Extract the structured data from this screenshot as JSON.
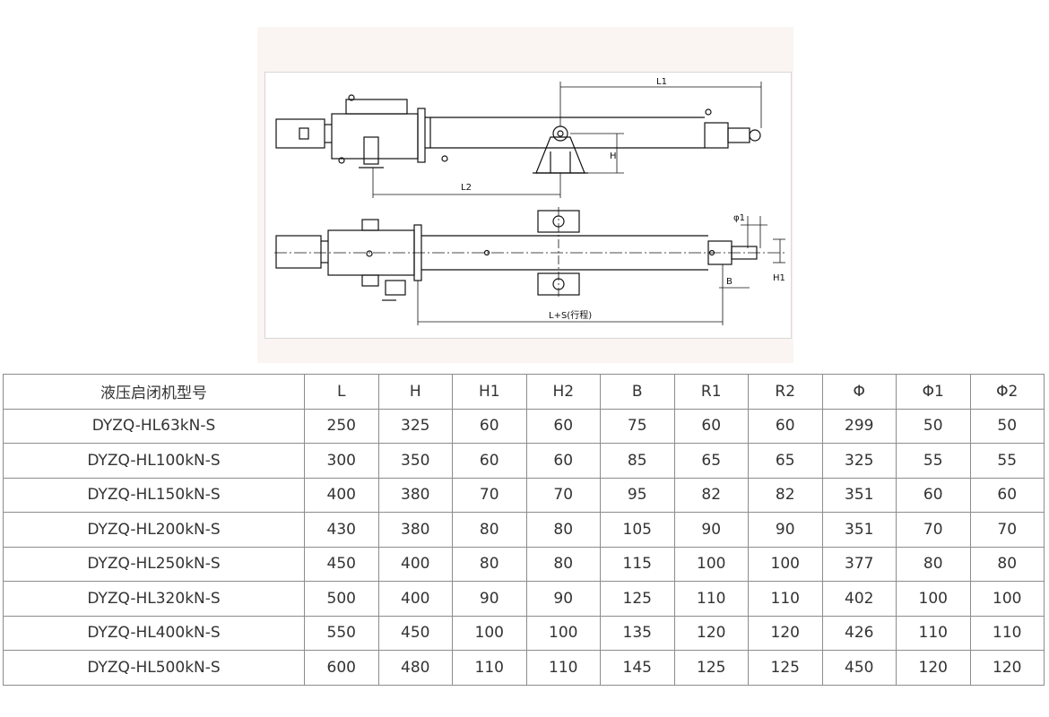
{
  "drawing": {
    "labels": {
      "l1": "L1",
      "l2": "L2",
      "h": "H",
      "phi1": "φ1",
      "b": "B",
      "h1": "H1",
      "stroke": "L+S(行程)"
    }
  },
  "table": {
    "headers": [
      "液压启闭机型号",
      "L",
      "H",
      "H1",
      "H2",
      "B",
      "R1",
      "R2",
      "Φ",
      "Φ1",
      "Φ2"
    ],
    "rows": [
      [
        "DYZQ-HL63kN-S",
        "250",
        "325",
        "60",
        "60",
        "75",
        "60",
        "60",
        "299",
        "50",
        "50"
      ],
      [
        "DYZQ-HL100kN-S",
        "300",
        "350",
        "60",
        "60",
        "85",
        "65",
        "65",
        "325",
        "55",
        "55"
      ],
      [
        "DYZQ-HL150kN-S",
        "400",
        "380",
        "70",
        "70",
        "95",
        "82",
        "82",
        "351",
        "60",
        "60"
      ],
      [
        "DYZQ-HL200kN-S",
        "430",
        "380",
        "80",
        "80",
        "105",
        "90",
        "90",
        "351",
        "70",
        "70"
      ],
      [
        "DYZQ-HL250kN-S",
        "450",
        "400",
        "80",
        "80",
        "115",
        "100",
        "100",
        "377",
        "80",
        "80"
      ],
      [
        "DYZQ-HL320kN-S",
        "500",
        "400",
        "90",
        "90",
        "125",
        "110",
        "110",
        "402",
        "100",
        "100"
      ],
      [
        "DYZQ-HL400kN-S",
        "550",
        "450",
        "100",
        "100",
        "135",
        "120",
        "120",
        "426",
        "110",
        "110"
      ],
      [
        "DYZQ-HL500kN-S",
        "600",
        "480",
        "110",
        "110",
        "145",
        "125",
        "125",
        "450",
        "120",
        "120"
      ]
    ]
  }
}
